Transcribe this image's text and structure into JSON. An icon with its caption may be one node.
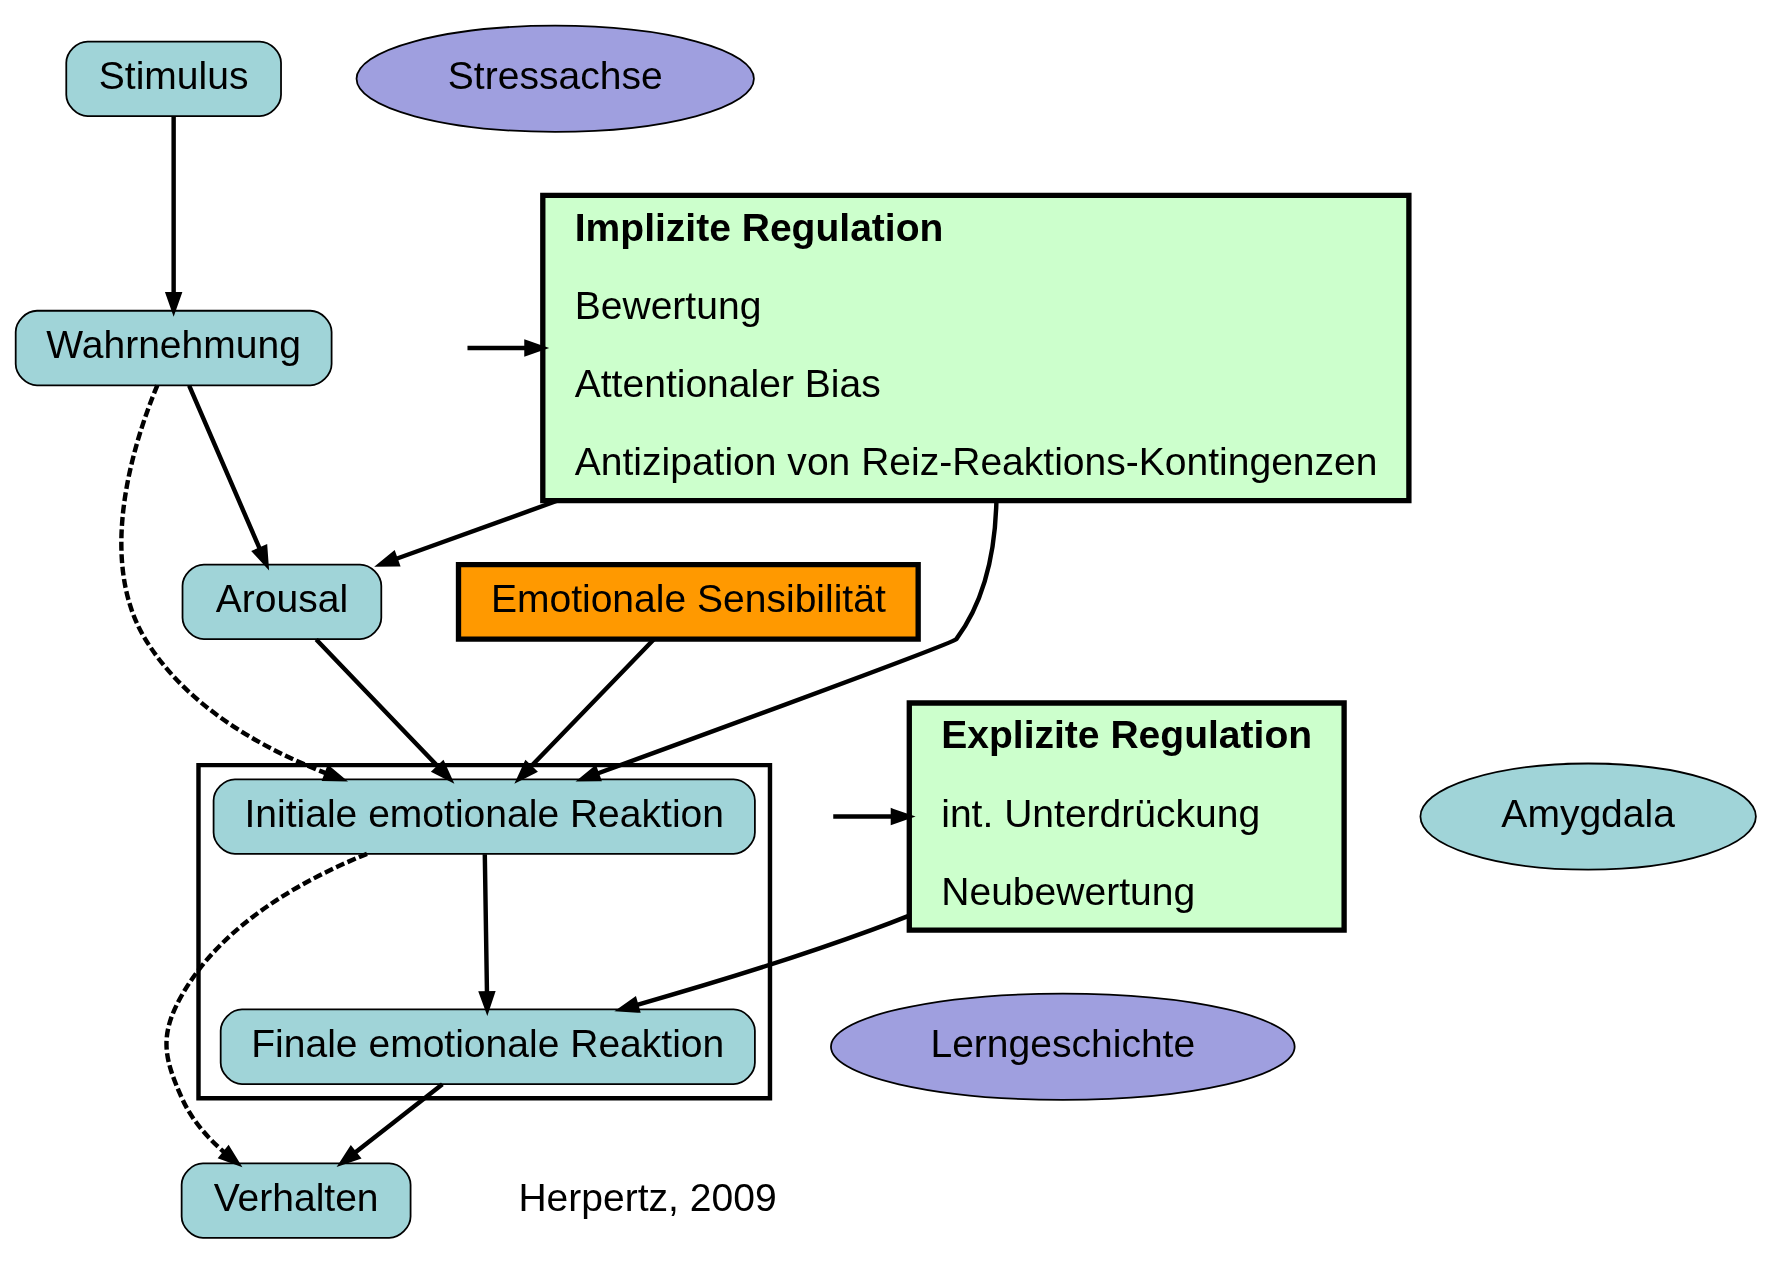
{
  "diagram": {
    "nodes": [
      {
        "text": [
          "Stimulus"
        ]
      },
      {
        "text": [
          "Wahrnehmung"
        ]
      },
      {
        "text": [
          "Arousal"
        ]
      },
      {
        "text": [],
        "shape": "box"
      },
      {
        "text": [
          "Initiale emotionale Reaktion"
        ],
        "in": 3
      },
      {
        "text": [
          "Finale emotionale Reaktion"
        ],
        "in": 3
      },
      {
        "text": [
          "Verhalten"
        ]
      },
      {
        "text": [
          "Emotionale Sensibilität"
        ]
      },
      {
        "text": [
          "Amygdala"
        ]
      },
      {
        "text": [
          "Stressachse"
        ]
      },
      {
        "text": [
          "Implizite Regulation",
          "Bewertung",
          "Attentionaler Bias",
          "Antizipation von Reiz-Reaktions-Kontingenzen"
        ]
      },
      {
        "text": [
          "Explizite Regulation",
          "int. Unterdrückung",
          "Neubewertung"
        ]
      },
      {
        "text": [
          "Lerngeschichte"
        ]
      }
    ],
    "edges": [
      {
        "from": 0,
        "to": 1,
        "arrow": "to"
      },
      {
        "from": 1,
        "to": 2,
        "arrow": "to"
      },
      {
        "from": 2,
        "to": 4,
        "arrow": "to"
      },
      {
        "from": 4,
        "to": 5,
        "arrow": "to"
      },
      {
        "from": 5,
        "to": 6,
        "arrow": "to"
      },
      {
        "from": 1,
        "to": 4,
        "arrow": "to",
        "style": "dashed"
      },
      {
        "from": 7,
        "to": 4,
        "arrow": "to"
      },
      {
        "from": 4,
        "to": 6,
        "arrow": "to",
        "style": "dashed"
      },
      {
        "from": 10,
        "to": 2,
        "arrow": "to"
      },
      {
        "from": 10,
        "to": 4,
        "arrow": "to"
      },
      {
        "from": 11,
        "to": 5,
        "arrow": "to"
      },
      {
        "from": null,
        "to": 10,
        "arrow": "to"
      },
      {
        "from": null,
        "to": 11,
        "arrow": "to"
      }
    ],
    "labels": [
      "Herpertz, 2009"
    ]
  }
}
